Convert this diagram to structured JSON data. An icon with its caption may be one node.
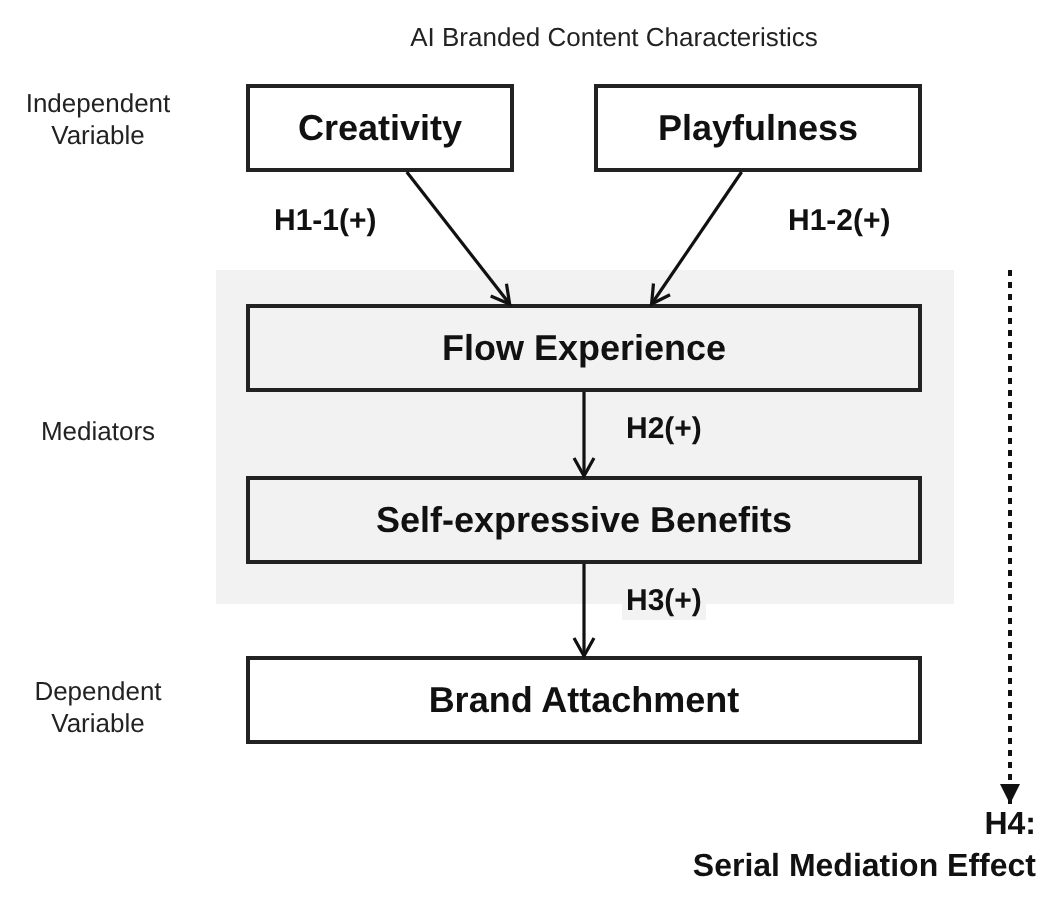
{
  "diagram": {
    "title": "AI Branded Content Characteristics",
    "nodes": [
      {
        "text": [
          "Creativity"
        ]
      },
      {
        "text": [
          "Playfulness"
        ]
      },
      {
        "text": [],
        "shape": "band"
      },
      {
        "text": [
          "Flow Experience"
        ],
        "in": 2
      },
      {
        "text": [
          "Self-expressive Benefits"
        ],
        "in": 2
      },
      {
        "text": [
          "Brand Attachment"
        ]
      },
      {
        "text": [
          "H4:",
          "Serial Mediation Effect"
        ]
      }
    ],
    "edges": [
      {
        "from": 0,
        "to": 3,
        "arrow": "to",
        "label": "H1-1(+)"
      },
      {
        "from": 1,
        "to": 3,
        "arrow": "to",
        "label": "H1-2(+)"
      },
      {
        "from": 3,
        "to": 4,
        "arrow": "to",
        "label": "H2(+)"
      },
      {
        "from": 4,
        "to": 5,
        "arrow": "to",
        "label": "H3(+)"
      },
      {
        "from": null,
        "to": 6,
        "arrow": "to",
        "style": "dashed"
      }
    ],
    "labels": [
      "Independent Variable",
      "Mediators",
      "Dependent Variable"
    ]
  }
}
